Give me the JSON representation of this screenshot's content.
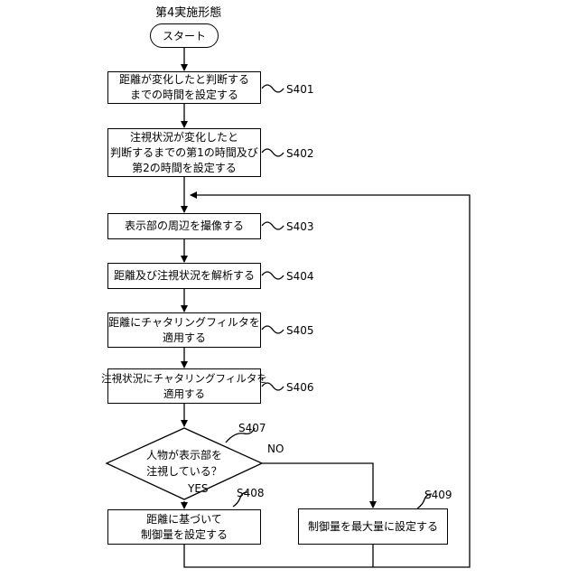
{
  "diagram": {
    "title": "第4実施形態",
    "start": "スタート",
    "steps": {
      "s401": {
        "id": "S401",
        "lines": [
          "距離が変化したと判断する",
          "までの時間を設定する"
        ]
      },
      "s402": {
        "id": "S402",
        "lines": [
          "注視状況が変化したと",
          "判断するまでの第1の時間及び",
          "第2の時間を設定する"
        ]
      },
      "s403": {
        "id": "S403",
        "lines": [
          "表示部の周辺を撮像する"
        ]
      },
      "s404": {
        "id": "S404",
        "lines": [
          "距離及び注視状況を解析する"
        ]
      },
      "s405": {
        "id": "S405",
        "lines": [
          "距離にチャタリングフィルタを",
          "適用する"
        ]
      },
      "s406": {
        "id": "S406",
        "lines": [
          "注視状況にチャタリングフィルタを",
          "適用する"
        ]
      },
      "s407": {
        "id": "S407",
        "lines": [
          "人物が表示部を",
          "注視している？"
        ],
        "yes": "YES",
        "no": "NO"
      },
      "s408": {
        "id": "S408",
        "lines": [
          "距離に基づいて",
          "制御量を設定する"
        ]
      },
      "s409": {
        "id": "S409",
        "lines": [
          "制御量を最大量に設定する"
        ]
      }
    }
  }
}
